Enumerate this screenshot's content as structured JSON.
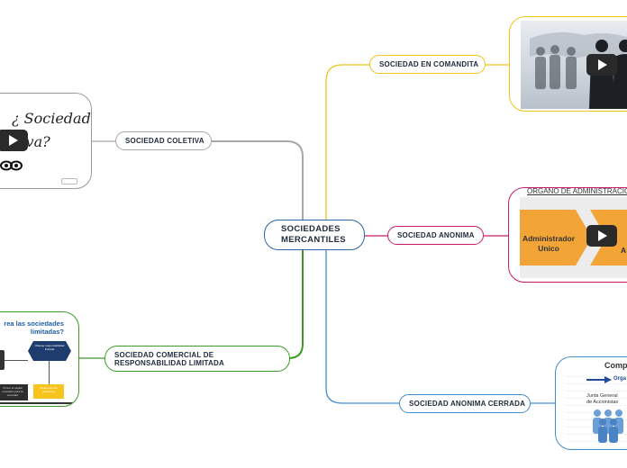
{
  "central": {
    "line1": "SOCIEDADES",
    "line2": "MERCANTILES"
  },
  "branches": {
    "comandita": "SOCIEDAD EN COMANDITA",
    "coletiva": "SOCIEDAD COLETIVA",
    "anonima": "SOCIEDAD ANONIMA",
    "limitada_line1": "SOCIEDAD COMERCIAL DE",
    "limitada_line2": "RESPONSABILIDAD LIMITADA",
    "anonima_cerrada": "SOCIEDAD ANONIMA CERRADA"
  },
  "cards": {
    "coletiva": {
      "line1": "¿ Sociedad",
      "line2": "tiva?"
    },
    "anonima": {
      "header": "ORGANO DE ADMINISTRACION",
      "box1_line1": "Administrador",
      "box1_line2": "Unico",
      "box2_partial": "A"
    },
    "limitada": {
      "title_line1": "rea las sociedades",
      "title_line2": "limitadas?",
      "hex_text": "Obtener responsabilidad limitada",
      "yellow_text": "Proteccion con patrimonio",
      "dark_text": "Ponen el capital necesario para la sociedad"
    },
    "cerrada": {
      "title": "Comp",
      "subtitle": "Orga",
      "text_line1": "Junta General",
      "text_line2": "de Accionistas"
    }
  },
  "colors": {
    "central_border": "#2f66a8",
    "comandita": "#f0c419",
    "coletiva": "#9a9a9a",
    "anonima": "#c81c6a",
    "limitada": "#3d9a2a",
    "anonima_cerrada": "#3f8fd2"
  }
}
